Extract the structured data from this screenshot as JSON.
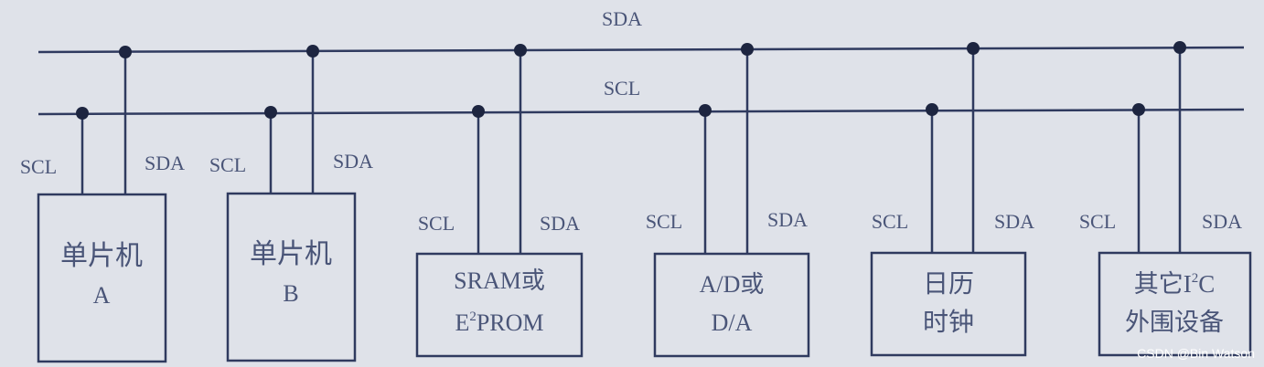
{
  "buses": {
    "sda_label": "SDA",
    "scl_label": "SCL"
  },
  "devices": [
    {
      "line1": "单片机",
      "line2": "A",
      "scl": "SCL",
      "sda": "SDA"
    },
    {
      "line1": "单片机",
      "line2": "B",
      "scl": "SCL",
      "sda": "SDA"
    },
    {
      "line1": "SRAM或",
      "line2_main": "E",
      "line2_sup": "2",
      "line2_rest": "PROM",
      "scl": "SCL",
      "sda": "SDA"
    },
    {
      "line1": "A/D或",
      "line2": "D/A",
      "scl": "SCL",
      "sda": "SDA"
    },
    {
      "line1": "日历",
      "line2": "时钟",
      "scl": "SCL",
      "sda": "SDA"
    },
    {
      "line1_pre": "其它I",
      "line1_sup": "2",
      "line1_post": "C",
      "line2": "外围设备",
      "scl": "SCL",
      "sda": "SDA"
    }
  ],
  "watermark": "CSDN @Bin Watson",
  "colors": {
    "background": "#dfe2e9",
    "line": "#2f3a5f",
    "text": "#4a5578"
  }
}
